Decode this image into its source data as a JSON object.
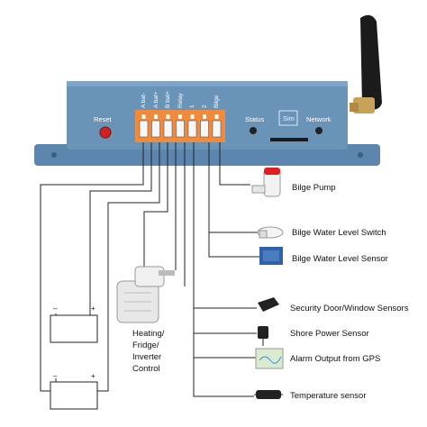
{
  "device": {
    "reset_label": "Reset",
    "status_label": "Status",
    "sim_label": "Sim",
    "network_label": "Network",
    "terminal_headers": [
      "A bat-",
      "A bat+",
      "B bat+",
      "Relay",
      "1",
      "2",
      "Bilge"
    ]
  },
  "loads": {
    "bilge_pump": "Bilge Pump",
    "bilge_switch": "Bilge Water Level Switch",
    "bilge_sensor": "Bilge Water Level Sensor",
    "security": "Security Door/Window Sensors",
    "shore_power": "Shore Power Sensor",
    "alarm_output": "Alarm Output from GPS",
    "temperature": "Temperature sensor"
  },
  "heater": {
    "lines": [
      "Heating/",
      "Fridge/",
      "Inverter",
      "Control"
    ]
  },
  "batteries": {
    "minus": "–",
    "plus": "+"
  },
  "colors": {
    "enclosure": "#6a93b8",
    "enclosure_dark": "#4d7296",
    "terminal_orange": "#f08a3c",
    "wire": "#222222",
    "reset_red": "#d02020"
  }
}
